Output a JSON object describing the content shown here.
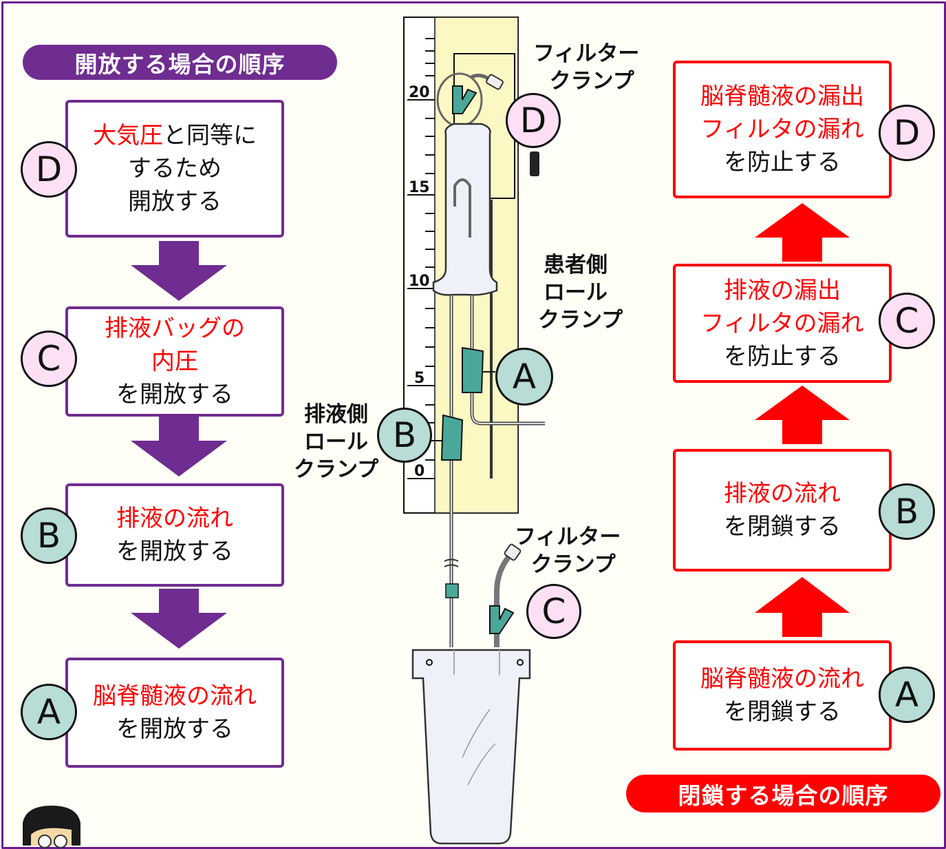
{
  "left_header": "開放する場合の順序",
  "right_header": "閉鎖する場合の順序",
  "open_steps": [
    {
      "letter": "D",
      "l1a": "大気圧",
      "l1b": "と同等に",
      "l2": "するため",
      "l3": "開放する"
    },
    {
      "letter": "C",
      "l1": "排液バッグの",
      "l2": "内圧",
      "l3": "を開放する"
    },
    {
      "letter": "B",
      "l1": "排液の流れ",
      "l2": "を開放する"
    },
    {
      "letter": "A",
      "l1": "脳脊髄液の流れ",
      "l2": "を開放する"
    }
  ],
  "close_steps": [
    {
      "letter": "D",
      "l1": "脳脊髄液の漏出",
      "l2": "フィルタの漏れ",
      "l3": "を防止する"
    },
    {
      "letter": "C",
      "l1": "排液の漏出",
      "l2": "フィルタの漏れ",
      "l3": "を防止する"
    },
    {
      "letter": "B",
      "l1": "排液の流れ",
      "l2": "を閉鎖する"
    },
    {
      "letter": "A",
      "l1": "脳脊髄液の流れ",
      "l2": "を閉鎖する"
    }
  ],
  "device_labels": {
    "filter_clamp_top_1": "フィルター",
    "filter_clamp_top_2": "クランプ",
    "patient_side_1": "患者側",
    "patient_side_2": "ロール",
    "patient_side_3": "クランプ",
    "drain_side_1": "排液側",
    "drain_side_2": "ロール",
    "drain_side_3": "クランプ",
    "filter_clamp_bottom_1": "フィルター",
    "filter_clamp_bottom_2": "クランプ",
    "marker_D": "D",
    "marker_A": "A",
    "marker_B": "B",
    "marker_C": "C"
  },
  "scale_ticks": [
    "20",
    "15",
    "10",
    "5",
    "0"
  ],
  "colors": {
    "purple": "#6f2c91",
    "red": "#ff0000",
    "pink": "#fde0f5",
    "teal": "#b8dcd6",
    "panel": "#fbf8c4"
  }
}
